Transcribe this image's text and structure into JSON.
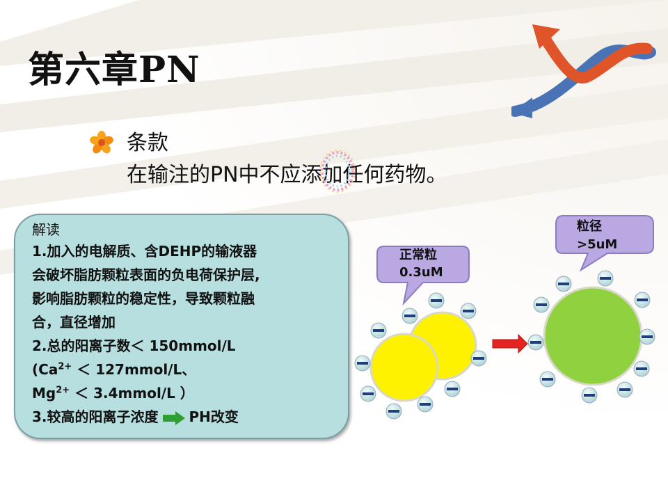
{
  "slide": {
    "title": "第六章PN",
    "clause": {
      "heading": "条款",
      "body": "在输注的PN中不应添加任何药物。"
    },
    "note": {
      "heading": "解读",
      "lines": [
        "1.加入的电解质、含DEHP的输液器",
        "会破坏脂肪颗粒表面的负电荷保护层,",
        "影响脂肪颗粒的稳定性，导致颗粒融",
        "合，直径增加",
        "2.总的阳离子数＜ 150mmol/L"
      ],
      "ca_label": "(Ca",
      "ca_sup": "2+",
      "ca_value": " ＜ 127mmol/L、",
      "mg_label": "Mg",
      "mg_sup": "2+",
      "mg_value": " ＜ 3.4mmol/L ）",
      "line3_before": "3.较高的阳离子浓度",
      "line3_after": "PH改变"
    },
    "callouts": {
      "normal_label": "正常粒",
      "normal_value": "0.3uM",
      "large_label": "粒径",
      "large_value": ">5uM"
    },
    "icons": {
      "bullet": "flower-bullet-icon",
      "logo": "curved-arrow-logo-icon",
      "wreath": "decorative-wreath-icon",
      "inline_arrow": "green-arrow-icon",
      "transition_arrow": "red-arrow-icon",
      "charge": "negative-charge-icon"
    },
    "colors": {
      "note_bg": "#b8dfe0",
      "callout_bg": "#b9a8e2",
      "small_particle": "#fff200",
      "large_particle": "#8fd13f",
      "charge": "#1f3f78"
    }
  }
}
